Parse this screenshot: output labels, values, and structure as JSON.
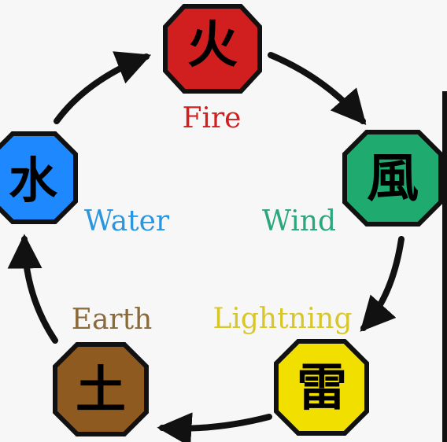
{
  "elements": [
    {
      "id": "fire",
      "kanji": "火",
      "label": "Fire",
      "fill": "#d11f1f",
      "text_color": "#d11f1f"
    },
    {
      "id": "wind",
      "kanji": "風",
      "label": "Wind",
      "fill": "#1faa6f",
      "text_color": "#2aa87c"
    },
    {
      "id": "lightning",
      "kanji": "雷",
      "label": "Lightning",
      "fill": "#f1df00",
      "text_color": "#d8c728"
    },
    {
      "id": "earth",
      "kanji": "土",
      "label": "Earth",
      "fill": "#8f5a1f",
      "text_color": "#8b6a3a"
    },
    {
      "id": "water",
      "kanji": "水",
      "label": "Water",
      "fill": "#1e88ff",
      "text_color": "#2a96df"
    }
  ]
}
